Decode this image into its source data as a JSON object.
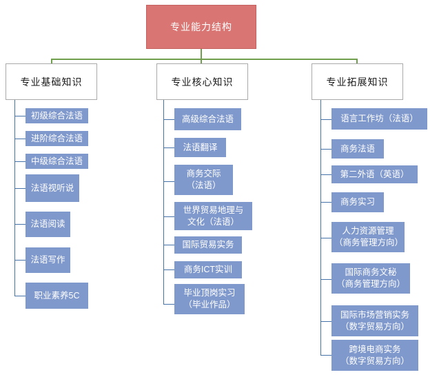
{
  "diagram": {
    "title": "专业能力结构",
    "type": "organizational-tree",
    "colors": {
      "root_fill": "#d97573",
      "root_border": "#c4605e",
      "branch_fill": "#ffffff",
      "branch_border": "#a9a9a9",
      "leaf_fill": "#8099cc",
      "leaf_text": "#ffffff",
      "connector_blue": "#4472a8",
      "connector_green": "#6f9f4a"
    },
    "root": {
      "label": "专业能力结构"
    },
    "branches": [
      {
        "label": "专业基础知识",
        "leaves": [
          {
            "label": "初级综合法语"
          },
          {
            "label": "进阶综合法语"
          },
          {
            "label": "中级综合法语"
          },
          {
            "label": "法语视听说"
          },
          {
            "label": "法语阅读"
          },
          {
            "label": "法语写作"
          },
          {
            "label": "职业素养5C"
          }
        ]
      },
      {
        "label": "专业核心知识",
        "leaves": [
          {
            "label": "高级综合法语"
          },
          {
            "label": "法语翻译"
          },
          {
            "label": "商务交际\n（法语）"
          },
          {
            "label": "世界贸易地理与\n文化（法语）"
          },
          {
            "label": "国际贸易实务"
          },
          {
            "label": "商务ICT实训"
          },
          {
            "label": "毕业顶岗实习\n（毕业作品）"
          }
        ]
      },
      {
        "label": "专业拓展知识",
        "leaves": [
          {
            "label": "语言工作坊（法语）"
          },
          {
            "label": "商务法语"
          },
          {
            "label": "第二外语（英语）"
          },
          {
            "label": "商务实习"
          },
          {
            "label": "人力资源管理\n（商务管理方向）"
          },
          {
            "label": "国际商务文秘\n（商务管理方向）"
          },
          {
            "label": "国际市场营销实务\n（数字贸易方向）"
          },
          {
            "label": "跨境电商实务\n（数字贸易方向）"
          }
        ]
      }
    ]
  }
}
